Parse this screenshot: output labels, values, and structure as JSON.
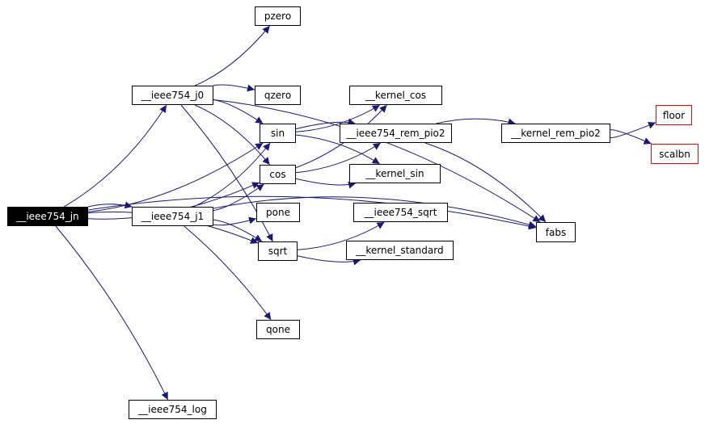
{
  "colors": {
    "edge": "#191970",
    "node_border": "#000000",
    "truncated_border": "#ff0000",
    "root_fill": "#000000",
    "root_text": "#ffffff"
  },
  "nodes": {
    "jn": "__ieee754_jn",
    "j0": "__ieee754_j0",
    "j1": "__ieee754_j1",
    "log": "__ieee754_log",
    "pzero": "pzero",
    "qzero": "qzero",
    "sin": "sin",
    "cos": "cos",
    "pone": "pone",
    "sqrt": "sqrt",
    "qone": "qone",
    "kcos": "__kernel_cos",
    "rempio2": "__ieee754_rem_pio2",
    "ksin": "__kernel_sin",
    "isqrt": "__ieee754_sqrt",
    "kstd": "__kernel_standard",
    "krempio2": "__kernel_rem_pio2",
    "fabs": "fabs",
    "floor": "floor",
    "scalbn": "scalbn"
  },
  "edges": [
    [
      "jn",
      "j0"
    ],
    [
      "jn",
      "sin"
    ],
    [
      "jn",
      "cos"
    ],
    [
      "jn",
      "j1"
    ],
    [
      "jn",
      "sqrt"
    ],
    [
      "jn",
      "fabs"
    ],
    [
      "jn",
      "log"
    ],
    [
      "j0",
      "pzero"
    ],
    [
      "j0",
      "qzero"
    ],
    [
      "j0",
      "sin"
    ],
    [
      "j0",
      "cos"
    ],
    [
      "j0",
      "sqrt"
    ],
    [
      "j0",
      "fabs"
    ],
    [
      "j1",
      "sin"
    ],
    [
      "j1",
      "cos"
    ],
    [
      "j1",
      "pone"
    ],
    [
      "j1",
      "sqrt"
    ],
    [
      "j1",
      "qone"
    ],
    [
      "j1",
      "fabs"
    ],
    [
      "sin",
      "kcos"
    ],
    [
      "sin",
      "rempio2"
    ],
    [
      "sin",
      "ksin"
    ],
    [
      "cos",
      "kcos"
    ],
    [
      "cos",
      "rempio2"
    ],
    [
      "cos",
      "ksin"
    ],
    [
      "rempio2",
      "krempio2"
    ],
    [
      "rempio2",
      "fabs"
    ],
    [
      "krempio2",
      "floor"
    ],
    [
      "krempio2",
      "scalbn"
    ],
    [
      "sqrt",
      "isqrt"
    ],
    [
      "sqrt",
      "kstd"
    ]
  ]
}
